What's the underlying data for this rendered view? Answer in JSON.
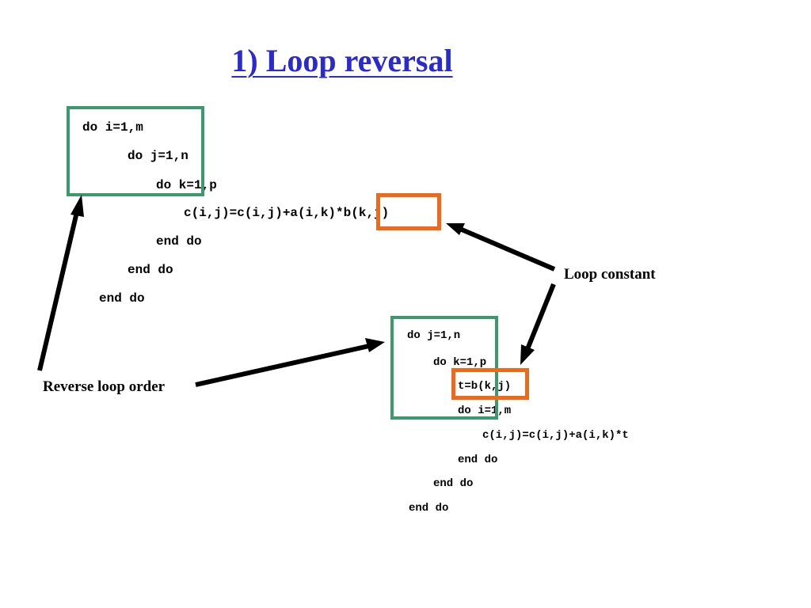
{
  "title": "1) Loop reversal",
  "original_code": [
    "do i=1,m",
    "do j=1,n",
    "do k=1,p",
    "c(i,j)=c(i,j)+a(i,k)*b(k,j)",
    "end do",
    "end do",
    "end do"
  ],
  "reversed_code": [
    "do j=1,n",
    "do k=1,p",
    "t=b(k,j)",
    "do i=1,m",
    "c(i,j)=c(i,j)+a(i,k)*t",
    "end do",
    "end do",
    "end do"
  ],
  "labels": {
    "loop_constant": "Loop constant",
    "reverse_loop_order": "Reverse loop order"
  },
  "colors": {
    "title": "#2a2ad0",
    "green_box": "#3a9a6b",
    "orange_box": "#ee6a1a",
    "arrow": "#000000"
  }
}
